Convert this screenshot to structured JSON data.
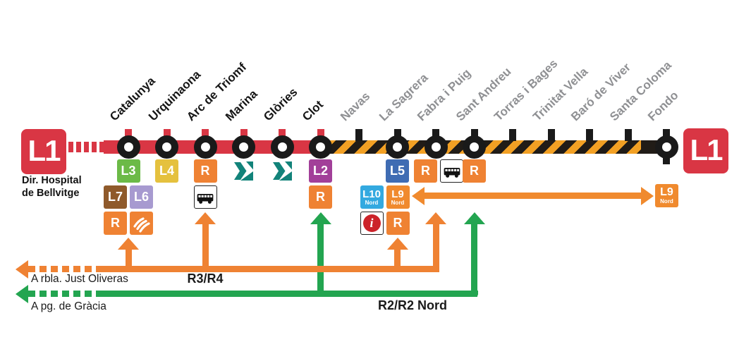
{
  "map": {
    "line_badge_left": "L1",
    "line_badge_right": "L1",
    "direction_note": [
      "Dir. Hospital",
      "de Bellvitge"
    ],
    "colors": {
      "line_red": "#d93644",
      "closed_stripe_orange": "#f2a024",
      "closed_stripe_black": "#211c17",
      "marker_black": "#1a1a1a",
      "open_label": "#161616",
      "closed_label": "#8f9093",
      "rodalies_orange": "#ef8233",
      "rodalies_green": "#23a550",
      "tram_teal": "#12837a",
      "info_red": "#cc2229"
    },
    "closed_section": {
      "from": "Clot",
      "to": "Fondo"
    },
    "stations": [
      {
        "name": "Catalunya",
        "marker": "interchange",
        "status": "open",
        "badges": [
          [
            {
              "type": "line",
              "label": "L3",
              "color": "#6cba47"
            }
          ],
          [
            {
              "type": "line",
              "label": "L7",
              "color": "#8f5a2b"
            },
            {
              "type": "line",
              "label": "L6",
              "color": "#a79ad0"
            }
          ],
          [
            {
              "type": "line",
              "label": "R",
              "color": "#ef8233"
            },
            {
              "type": "fgc",
              "color": "#ef8233"
            }
          ]
        ]
      },
      {
        "name": "Urquinaona",
        "marker": "interchange",
        "status": "open",
        "badges": [
          [
            {
              "type": "line",
              "label": "L4",
              "color": "#e5c13e"
            }
          ]
        ]
      },
      {
        "name": "Arc de Triomf",
        "marker": "interchange",
        "status": "open",
        "badges": [
          [
            {
              "type": "line",
              "label": "R",
              "color": "#ef8233"
            }
          ],
          [
            {
              "type": "bus"
            }
          ]
        ]
      },
      {
        "name": "Marina",
        "marker": "interchange",
        "status": "open",
        "badges": [
          [
            {
              "type": "tram"
            }
          ]
        ]
      },
      {
        "name": "Glòries",
        "marker": "interchange",
        "status": "open",
        "badges": [
          [
            {
              "type": "tram"
            }
          ]
        ]
      },
      {
        "name": "Clot",
        "marker": "interchange",
        "status": "open",
        "badges": [
          [
            {
              "type": "line",
              "label": "L2",
              "color": "#a23f99"
            }
          ],
          [
            {
              "type": "line",
              "label": "R",
              "color": "#ef8233"
            }
          ]
        ]
      },
      {
        "name": "Navas",
        "marker": "stop",
        "status": "closed"
      },
      {
        "name": "La Sagrera",
        "marker": "interchange",
        "status": "closed",
        "badge_dx": [
          0,
          -18,
          -18
        ],
        "badges": [
          [
            {
              "type": "line",
              "label": "L5",
              "color": "#3f6cb3"
            }
          ],
          [
            {
              "type": "nord",
              "label": "L10",
              "sub": "Nord",
              "color": "#33a9e0"
            },
            {
              "type": "nord",
              "label": "L9",
              "sub": "Nord",
              "color": "#f08a2e"
            }
          ],
          [
            {
              "type": "info"
            },
            {
              "type": "line",
              "label": "R",
              "color": "#ef8233"
            }
          ]
        ]
      },
      {
        "name": "Fabra i Puig",
        "marker": "interchange",
        "status": "closed",
        "badge_dx": [
          4
        ],
        "badges": [
          [
            {
              "type": "line",
              "label": "R",
              "color": "#ef8233"
            },
            {
              "type": "bus"
            }
          ]
        ]
      },
      {
        "name": "Sant Andreu",
        "marker": "interchange",
        "status": "closed",
        "badges": [
          [
            {
              "type": "line",
              "label": "R",
              "color": "#ef8233"
            }
          ]
        ]
      },
      {
        "name": "Torras i Bages",
        "marker": "stop",
        "status": "closed"
      },
      {
        "name": "Trinitat Vella",
        "marker": "stop",
        "status": "closed"
      },
      {
        "name": "Baró de Viver",
        "marker": "stop",
        "status": "closed"
      },
      {
        "name": "Santa Coloma",
        "marker": "stop",
        "status": "closed"
      },
      {
        "name": "Fondo",
        "marker": "terminus",
        "status": "closed"
      }
    ],
    "l9_shuttle": {
      "badge_label": "L9",
      "badge_sub": "Nord",
      "from_station": "La Sagrera",
      "to_station": "Santa Coloma"
    },
    "connections": [
      {
        "id": "r3r4",
        "label": "R3/R4",
        "destination_note": "A rbla. Just Oliveras",
        "color": "#ef8233",
        "branch_stations": [
          "Catalunya",
          "Arc de Triomf",
          "La Sagrera"
        ],
        "end_station": "Fabra i Puig"
      },
      {
        "id": "r2",
        "label": "R2/R2 Nord",
        "destination_note": "A pg. de Gràcia",
        "color": "#23a550",
        "branch_stations": [
          "Clot"
        ],
        "end_station": "Sant Andreu"
      }
    ]
  }
}
